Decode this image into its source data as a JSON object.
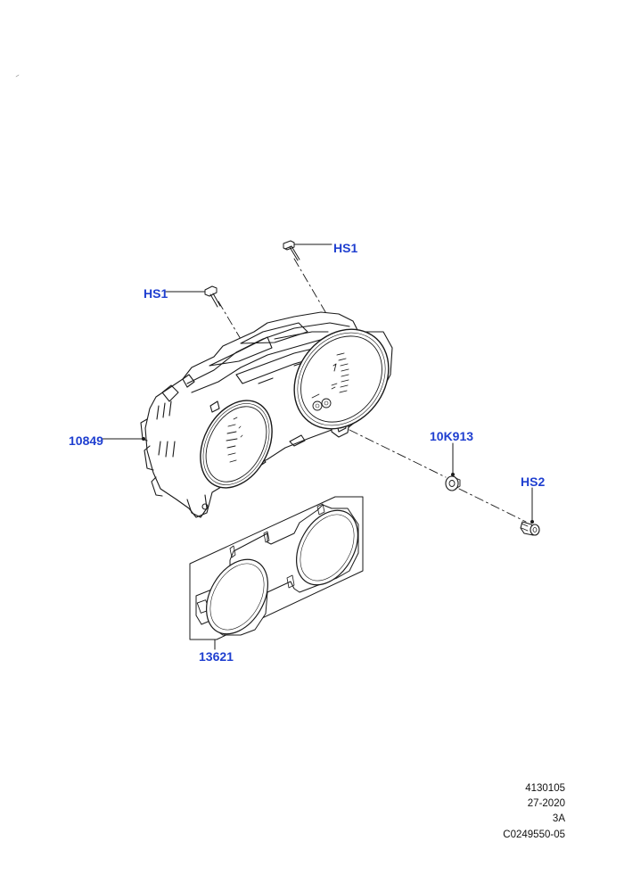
{
  "callouts": {
    "hs1_top": "HS1",
    "hs1_left": "HS1",
    "cluster": "10849",
    "grommet": "10K913",
    "hs2": "HS2",
    "lens": "13621"
  },
  "reference": {
    "line1": "4130105",
    "line2": "27-2020",
    "line3": "3A",
    "line4": "C0249550-05"
  },
  "colors": {
    "callout_text": "#1f3fd0",
    "line_art": "#1a1a1a"
  }
}
